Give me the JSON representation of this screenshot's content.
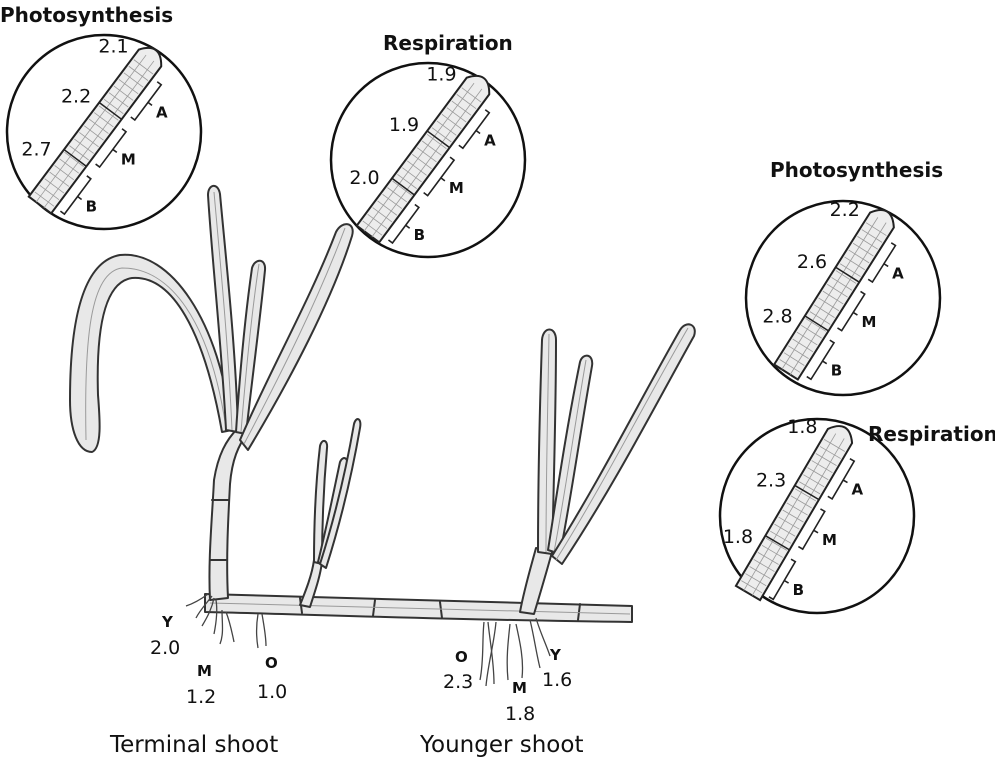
{
  "insets": [
    {
      "id": "terminal-photosynthesis",
      "title": "Photosynthesis",
      "segments": [
        {
          "label": "A",
          "value": "2.1"
        },
        {
          "label": "M",
          "value": "2.2"
        },
        {
          "label": "B",
          "value": "2.7"
        }
      ]
    },
    {
      "id": "terminal-respiration",
      "title": "Respiration",
      "segments": [
        {
          "label": "A",
          "value": "1.9"
        },
        {
          "label": "M",
          "value": "1.9"
        },
        {
          "label": "B",
          "value": "2.0"
        }
      ]
    },
    {
      "id": "younger-photosynthesis",
      "title": "Photosynthesis",
      "segments": [
        {
          "label": "A",
          "value": "2.2"
        },
        {
          "label": "M",
          "value": "2.6"
        },
        {
          "label": "B",
          "value": "2.8"
        }
      ]
    },
    {
      "id": "younger-respiration",
      "title": "Respiration",
      "segments": [
        {
          "label": "A",
          "value": "1.8"
        },
        {
          "label": "M",
          "value": "2.3"
        },
        {
          "label": "B",
          "value": "1.8"
        }
      ]
    }
  ],
  "roots": {
    "terminal": [
      {
        "label": "Y",
        "value": "2.0"
      },
      {
        "label": "M",
        "value": "1.2"
      },
      {
        "label": "O",
        "value": "1.0"
      }
    ],
    "younger": [
      {
        "label": "O",
        "value": "2.3"
      },
      {
        "label": "M",
        "value": "1.8"
      },
      {
        "label": "Y",
        "value": "1.6"
      }
    ]
  },
  "captions": {
    "terminal": "Terminal shoot",
    "younger": "Younger shoot"
  }
}
